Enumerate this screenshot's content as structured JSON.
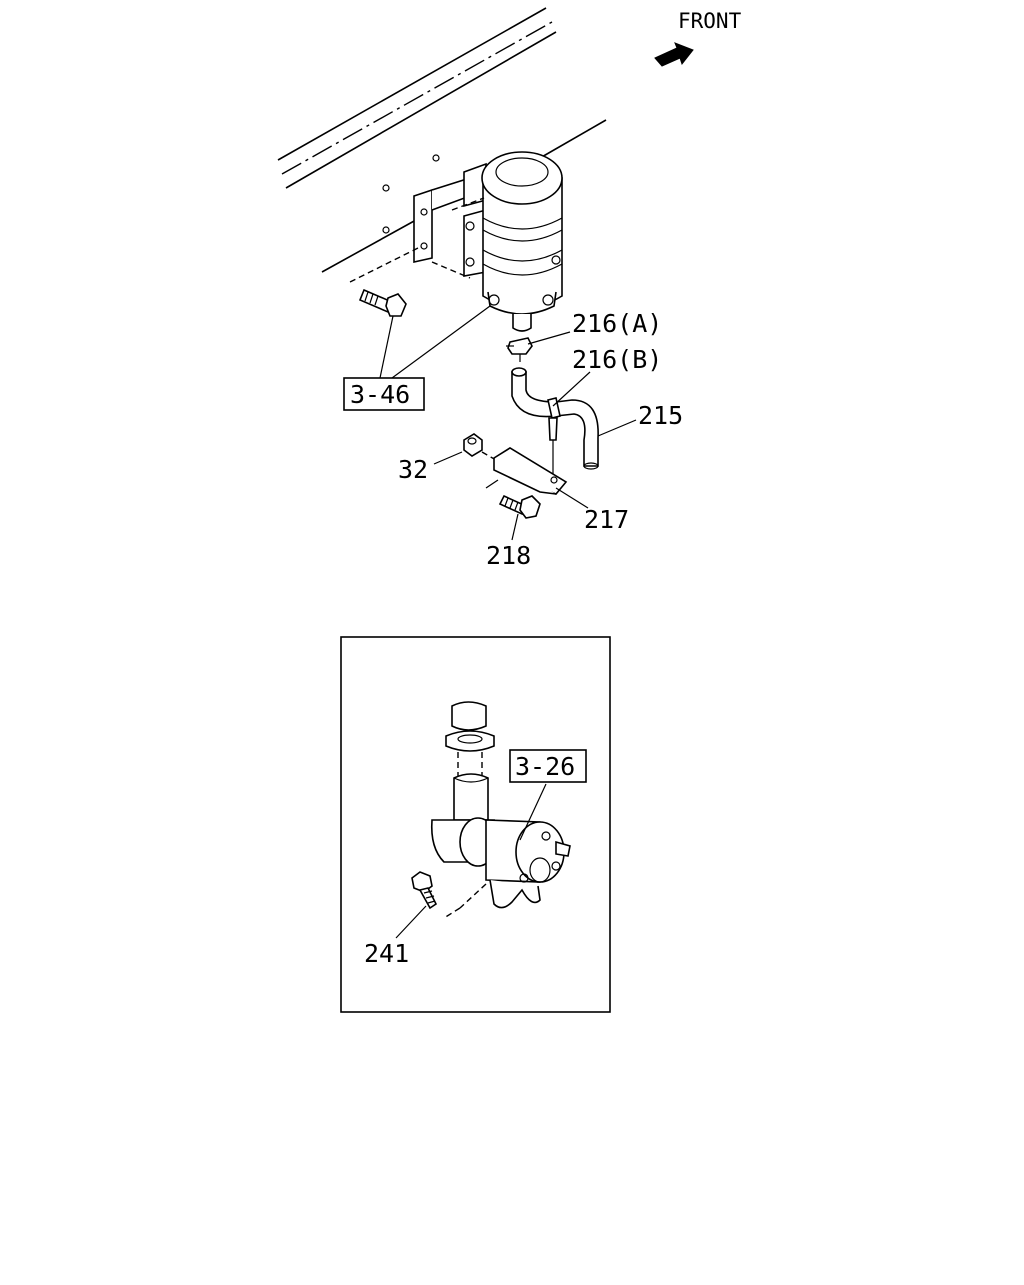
{
  "diagram": {
    "front_label": "FRONT",
    "labels": {
      "ref_3_46": "3-46",
      "p216a": "216(A)",
      "p216b": "216(B)",
      "p215": "215",
      "p32": "32",
      "p217": "217",
      "p218": "218",
      "ref_3_26": "3-26",
      "p241": "241"
    }
  }
}
